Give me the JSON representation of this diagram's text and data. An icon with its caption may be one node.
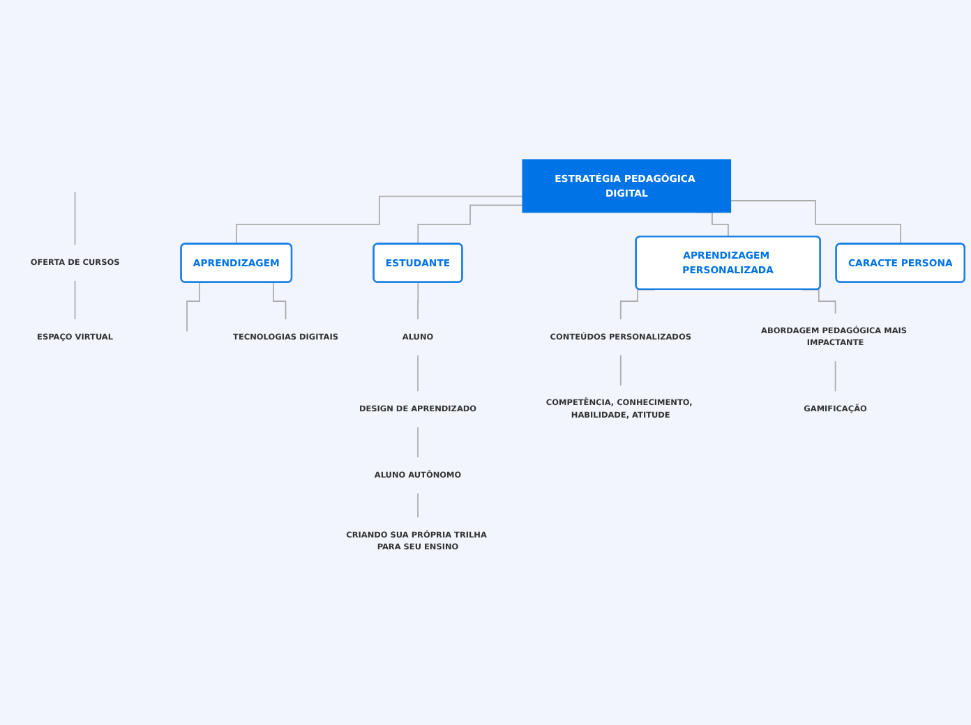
{
  "diagram": {
    "nodes": [
      {
        "text": [
          "ESTRATÉGIA PEDAGÓGICA DIGITAL"
        ]
      },
      {
        "text": [
          "APRENDIZAGEM"
        ]
      },
      {
        "text": [
          "ESTUDANTE"
        ]
      },
      {
        "text": [
          "APRENDIZAGEM PERSONALIZADA"
        ]
      },
      {
        "text": [
          "CARACTE PERSONA"
        ]
      },
      {
        "text": [
          "TECNOLOGIAS DIGITAIS"
        ]
      },
      {
        "text": [
          "OFERTA DE CURSOS"
        ]
      },
      {
        "text": [
          "ESPAÇO VIRTUAL"
        ]
      },
      {
        "text": [
          "ALUNO"
        ]
      },
      {
        "text": [
          "DESIGN DE APRENDIZADO"
        ]
      },
      {
        "text": [
          "ALUNO AUTÔNOMO"
        ]
      },
      {
        "text": [
          "CRIANDO SUA PRÓPRIA TRILHA PARA SEU ENSINO"
        ]
      },
      {
        "text": [
          "CONTEÚDOS PERSONALIZADOS"
        ]
      },
      {
        "text": [
          "ABORDAGEM PEDAGÓGICA MAIS IMPACTANTE"
        ]
      },
      {
        "text": [
          "COMPETÊNCIA, CONHECIMENTO, HABILIDADE, ATITUDE"
        ]
      },
      {
        "text": [
          "GAMIFICAÇÃO"
        ]
      }
    ],
    "edges": [
      {
        "from": 0,
        "to": 1,
        "arrow": "none"
      },
      {
        "from": 0,
        "to": 2,
        "arrow": "none"
      },
      {
        "from": 0,
        "to": 3,
        "arrow": "none"
      },
      {
        "from": 0,
        "to": 4,
        "arrow": "none"
      },
      {
        "from": 1,
        "to": null,
        "arrow": "none"
      },
      {
        "from": 1,
        "to": 5,
        "arrow": "none"
      },
      {
        "from": null,
        "to": 6,
        "arrow": "none"
      },
      {
        "from": 6,
        "to": 7,
        "arrow": "none"
      },
      {
        "from": 2,
        "to": 8,
        "arrow": "none"
      },
      {
        "from": 8,
        "to": 9,
        "arrow": "none"
      },
      {
        "from": 9,
        "to": 10,
        "arrow": "none"
      },
      {
        "from": 10,
        "to": 11,
        "arrow": "none"
      },
      {
        "from": 3,
        "to": 12,
        "arrow": "none"
      },
      {
        "from": 3,
        "to": 13,
        "arrow": "none"
      },
      {
        "from": 12,
        "to": 14,
        "arrow": "none"
      },
      {
        "from": 13,
        "to": 15,
        "arrow": "none"
      }
    ]
  }
}
